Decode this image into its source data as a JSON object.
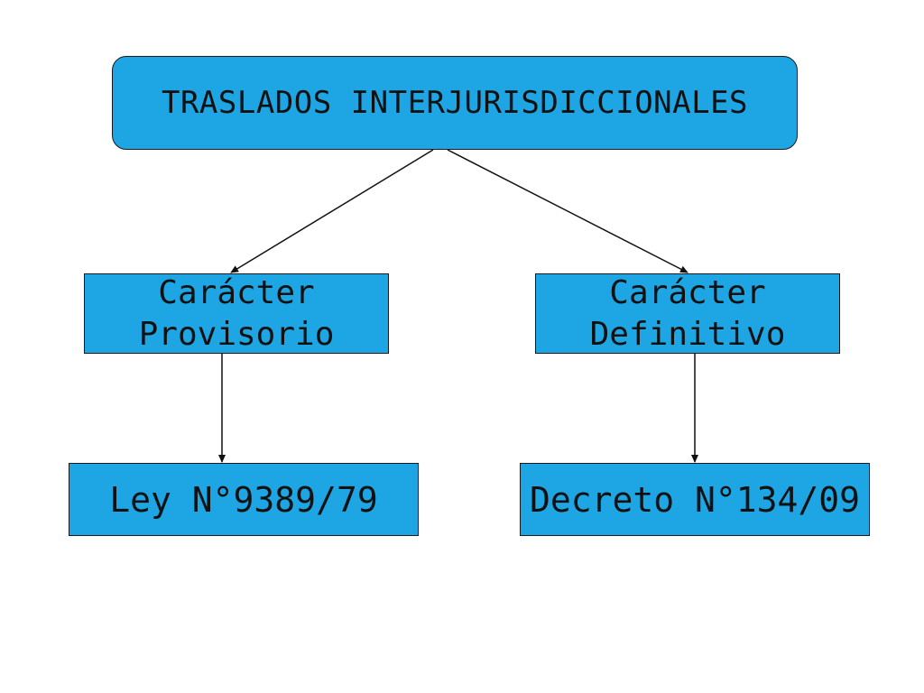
{
  "diagram": {
    "root": {
      "label": "TRASLADOS INTERJURISDICCIONALES"
    },
    "provisional": {
      "line1": "Carácter",
      "line2": "Provisorio"
    },
    "definitive": {
      "line1": "Carácter",
      "line2": "Definitivo"
    },
    "law": {
      "label": "Ley N°9389/79"
    },
    "decree": {
      "label": "Decreto N°134/09"
    },
    "colors": {
      "box_fill": "#1ea6e4",
      "border": "#1a1a1a",
      "connector": "#111111"
    },
    "edges": [
      {
        "from": "root",
        "to": "provisional"
      },
      {
        "from": "root",
        "to": "definitive"
      },
      {
        "from": "provisional",
        "to": "law"
      },
      {
        "from": "definitive",
        "to": "decree"
      }
    ]
  }
}
